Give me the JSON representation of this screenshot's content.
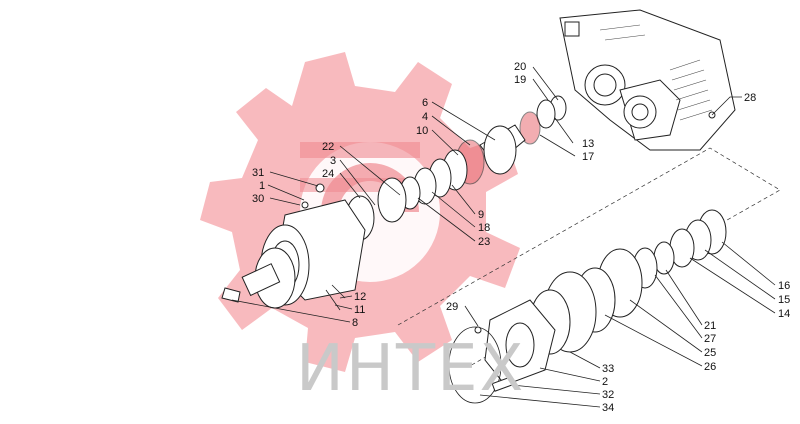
{
  "watermark": {
    "text": "ИНТЕХ",
    "color": "#f4a0a6"
  },
  "callouts": [
    {
      "id": "c28",
      "text": "28"
    },
    {
      "id": "c20",
      "text": "20"
    },
    {
      "id": "c19",
      "text": "19"
    },
    {
      "id": "c13",
      "text": "13"
    },
    {
      "id": "c17",
      "text": "17"
    },
    {
      "id": "c6",
      "text": "6"
    },
    {
      "id": "c4",
      "text": "4"
    },
    {
      "id": "c10",
      "text": "10"
    },
    {
      "id": "c22",
      "text": "22"
    },
    {
      "id": "c3",
      "text": "3"
    },
    {
      "id": "c24",
      "text": "24"
    },
    {
      "id": "c31",
      "text": "31"
    },
    {
      "id": "c1",
      "text": "1"
    },
    {
      "id": "c30",
      "text": "30"
    },
    {
      "id": "c9",
      "text": "9"
    },
    {
      "id": "c18",
      "text": "18"
    },
    {
      "id": "c23",
      "text": "23"
    },
    {
      "id": "c12",
      "text": "12"
    },
    {
      "id": "c11",
      "text": "11"
    },
    {
      "id": "c8",
      "text": "8"
    },
    {
      "id": "c29",
      "text": "29"
    },
    {
      "id": "c16",
      "text": "16"
    },
    {
      "id": "c15",
      "text": "15"
    },
    {
      "id": "c14",
      "text": "14"
    },
    {
      "id": "c21",
      "text": "21"
    },
    {
      "id": "c27",
      "text": "27"
    },
    {
      "id": "c25",
      "text": "25"
    },
    {
      "id": "c26",
      "text": "26"
    },
    {
      "id": "c33",
      "text": "33"
    },
    {
      "id": "c2",
      "text": "2"
    },
    {
      "id": "c32",
      "text": "32"
    },
    {
      "id": "c34",
      "text": "34"
    }
  ]
}
